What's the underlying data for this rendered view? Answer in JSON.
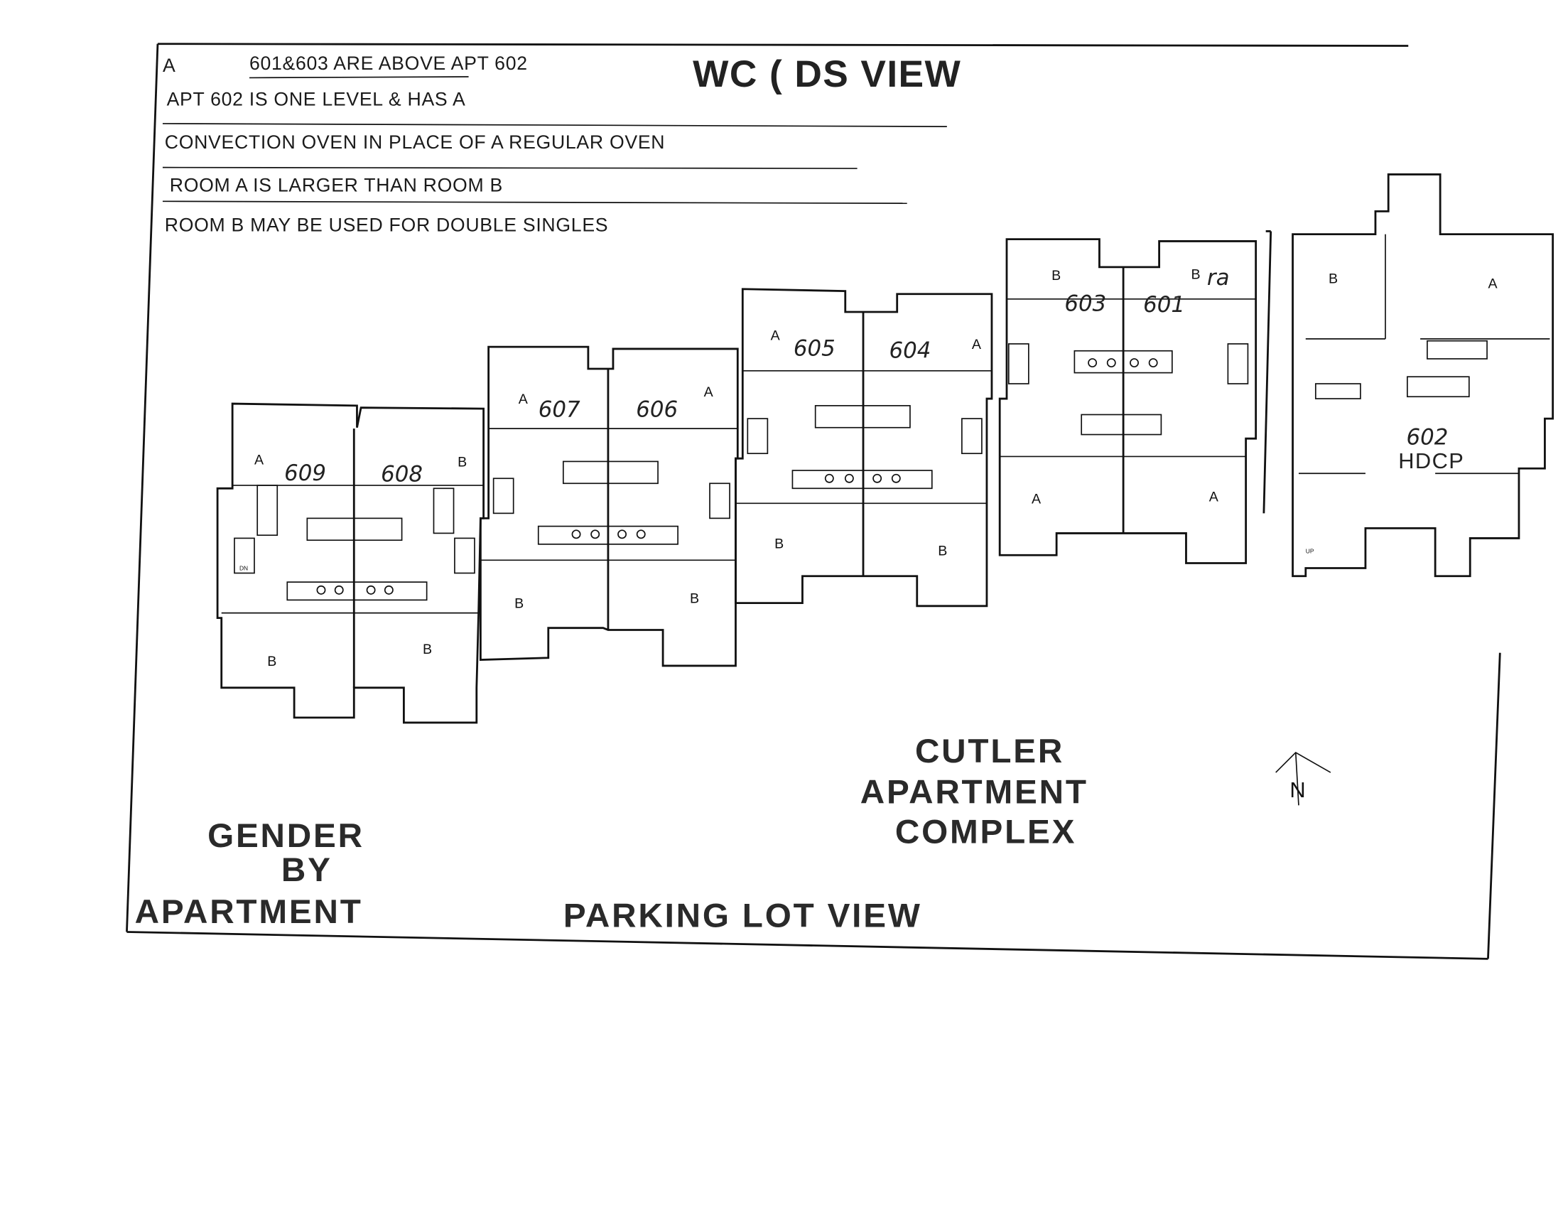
{
  "notes": [
    "A",
    "601&603 ARE ABOVE APT 602",
    "APT 602 IS ONE LEVEL & HAS A",
    "CONVECTION OVEN IN PLACE OF A REGULAR OVEN",
    "ROOM A IS LARGER THAN ROOM B",
    "ROOM B MAY BE USED FOR DOUBLE SINGLES"
  ],
  "top_title": "WC ( DS VIEW",
  "complex_name": [
    "CUTLER",
    "APARTMENT",
    "COMPLEX"
  ],
  "gender_label": [
    "GENDER",
    "BY",
    "APARTMENT"
  ],
  "bottom_title": "PARKING LOT VIEW",
  "north_arrow": "N",
  "units": [
    {
      "number": "609",
      "top_room": "A",
      "bottom_room": "B"
    },
    {
      "number": "608",
      "top_room": "B",
      "bottom_room": "B"
    },
    {
      "number": "607",
      "top_room": "A",
      "bottom_room": "B"
    },
    {
      "number": "606",
      "top_room": "A",
      "bottom_room": "B"
    },
    {
      "number": "605",
      "top_room": "A",
      "bottom_room": "B"
    },
    {
      "number": "604",
      "top_room": "A",
      "bottom_room": "B"
    },
    {
      "number": "603",
      "top_room": "B",
      "bottom_room": "A"
    },
    {
      "number": "601",
      "top_room": "B",
      "bottom_room": "A",
      "extra": "ra"
    },
    {
      "number": "602",
      "top_room": "B",
      "bottom_room": "A",
      "extra": "HDCP"
    }
  ],
  "stair_labels": {
    "down": "DN",
    "up": "UP"
  }
}
